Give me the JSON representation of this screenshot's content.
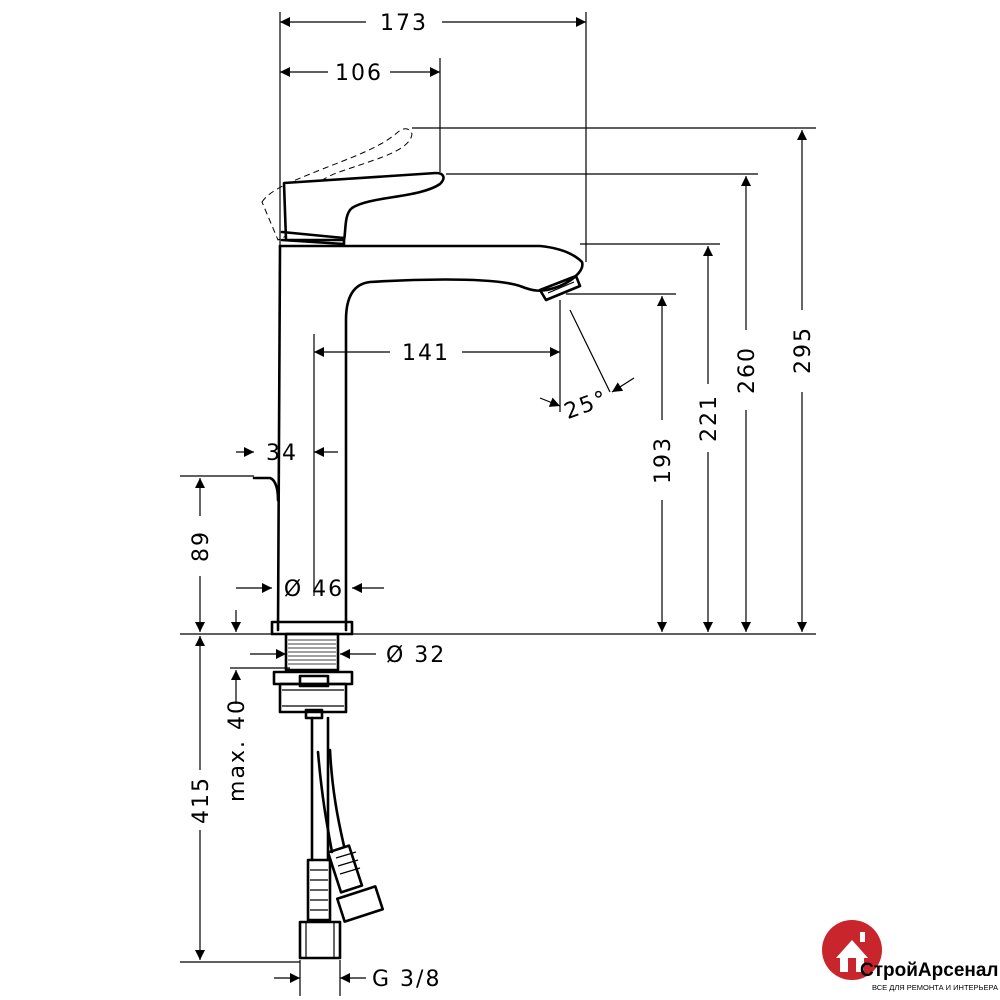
{
  "dimensions": {
    "width_total": "173",
    "width_lever": "106",
    "reach_spout": "141",
    "lever_offset": "34",
    "body_diameter": "Ø 46",
    "shank_diameter": "Ø 32",
    "spout_angle": "25°",
    "height_outlet": "193",
    "height_spout_top": "221",
    "height_lever_top": "260",
    "height_lever_open": "295",
    "height_lever_position": "89",
    "shank_length": "415",
    "max_deck_thickness": "max. 40",
    "connection_thread": "G 3/8"
  },
  "brand": {
    "name": "СтройАрсенал",
    "tagline": "ВСЕ ДЛЯ РЕМОНТА И ИНТЕРЬЕРА",
    "accent_color": "#c8262c",
    "logo_icon": "house-circle-icon"
  }
}
